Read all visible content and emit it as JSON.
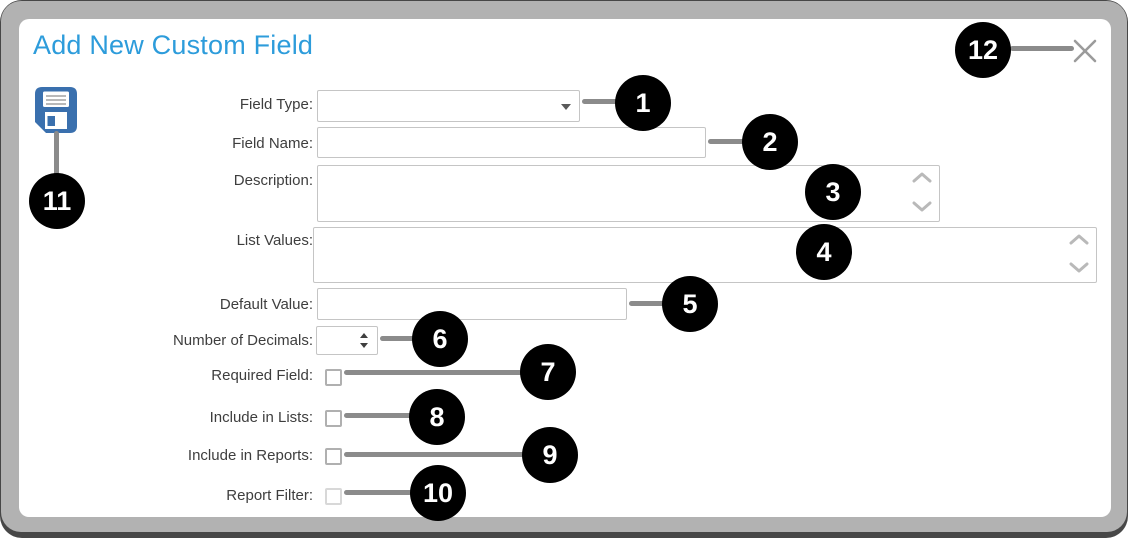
{
  "window": {
    "title": "Add New Custom Field"
  },
  "colors": {
    "title_blue": "#2D9CDB",
    "save_icon_blue": "#3A70AE",
    "callout_bg": "#000000",
    "callout_text": "#FFFFFF",
    "connector_gray": "#8B8B8B",
    "frame_gray": "#B2B2B2",
    "input_border": "#C5C5C5"
  },
  "icons": {
    "save": "floppy-disk-icon",
    "close": "x-icon",
    "dropdown": "chevron-down-icon",
    "scroll_up": "chevron-up-icon",
    "scroll_down": "chevron-down-icon",
    "spin_up": "arrow-up-icon",
    "spin_down": "arrow-down-icon"
  },
  "form": {
    "fields": [
      {
        "label": "Field Type:",
        "type": "dropdown",
        "value": "",
        "callout": "1"
      },
      {
        "label": "Field Name:",
        "type": "text",
        "value": "",
        "callout": "2"
      },
      {
        "label": "Description:",
        "type": "textarea",
        "value": "",
        "callout": "3"
      },
      {
        "label": "List Values:",
        "type": "textarea",
        "value": "",
        "callout": "4"
      },
      {
        "label": "Default Value:",
        "type": "text",
        "value": "",
        "callout": "5"
      },
      {
        "label": "Number of Decimals:",
        "type": "spinner",
        "value": "",
        "callout": "6"
      },
      {
        "label": "Required Field:",
        "type": "checkbox",
        "checked": false,
        "callout": "7"
      },
      {
        "label": "Include in Lists:",
        "type": "checkbox",
        "checked": false,
        "callout": "8"
      },
      {
        "label": "Include in Reports:",
        "type": "checkbox",
        "checked": false,
        "callout": "9"
      },
      {
        "label": "Report Filter:",
        "type": "checkbox",
        "checked": false,
        "callout": "10"
      }
    ]
  },
  "callouts": [
    "1",
    "2",
    "3",
    "4",
    "5",
    "6",
    "7",
    "8",
    "9",
    "10",
    "11",
    "12"
  ]
}
